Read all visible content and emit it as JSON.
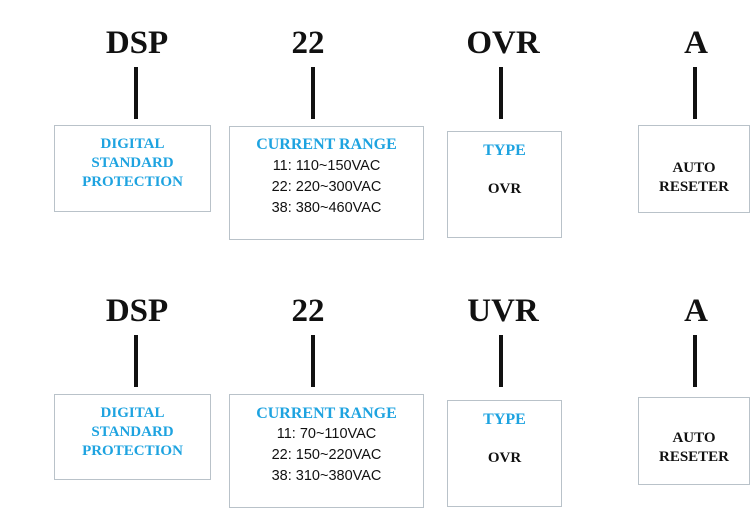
{
  "rows": [
    {
      "codes": [
        "DSP",
        "22",
        "OVR",
        "A"
      ],
      "protection": [
        "DIGITAL",
        "STANDARD",
        "PROTECTION"
      ],
      "range_title": "CURRENT RANGE",
      "ranges": [
        "11: 110~150VAC",
        "22: 220~300VAC",
        "38: 380~460VAC"
      ],
      "type_title": "TYPE",
      "type_value": "OVR",
      "reset": [
        "AUTO",
        "RESETER"
      ]
    },
    {
      "codes": [
        "DSP",
        "22",
        "UVR",
        "A"
      ],
      "protection": [
        "DIGITAL",
        "STANDARD",
        "PROTECTION"
      ],
      "range_title": "CURRENT RANGE",
      "ranges": [
        "11: 70~110VAC",
        "22: 150~220VAC",
        "38: 310~380VAC"
      ],
      "type_title": "TYPE",
      "type_value": "OVR",
      "reset": [
        "AUTO",
        "RESETER"
      ]
    }
  ],
  "colors": {
    "accent": "#1ea3e0",
    "text": "#111111",
    "border": "#b9c2c9"
  }
}
